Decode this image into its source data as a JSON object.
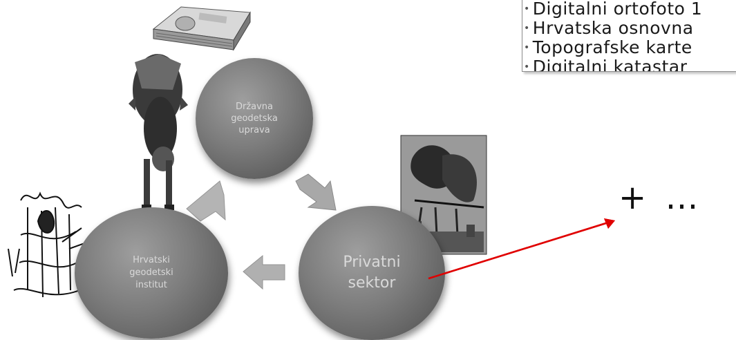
{
  "bullets": [
    "Digitalni ortofoto 1",
    "Hrvatska osnovna",
    "Topografske karte",
    "Digitalni katastar"
  ],
  "nodes": {
    "top": "Državna\ngeodetska\nuprava",
    "left": "Hrvatski\ngeodetski\ninstitut",
    "right": "Privatni\nsektor"
  },
  "extra": "+ …",
  "colors": {
    "arrow_red": "#e00000",
    "circle_gray": "#7c7c7c"
  },
  "icons": [
    "money-stack-icon",
    "donkey-icon",
    "fire-figure-icon",
    "vulture-icon"
  ]
}
